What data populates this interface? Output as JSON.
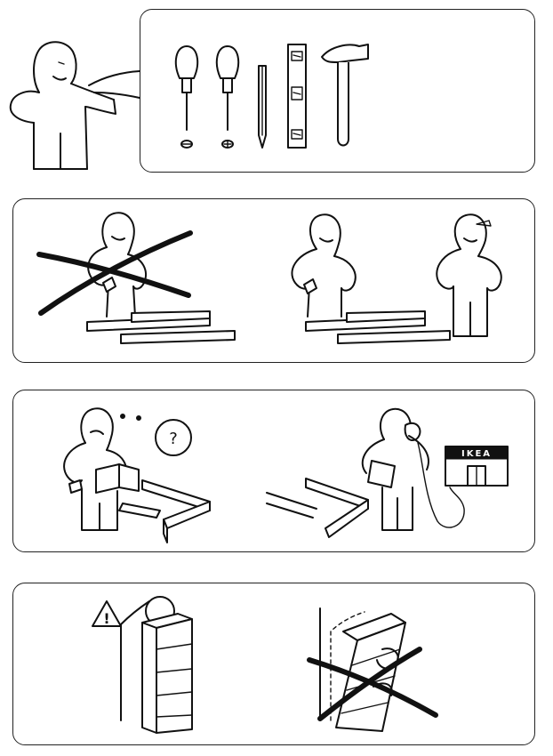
{
  "page": {
    "background": "#ffffff",
    "ink": "#111111"
  },
  "steps": [
    {
      "id": "tools",
      "icons": [
        "screwdriver-flat-icon",
        "screwdriver-phillips-icon",
        "pencil-icon",
        "spirit-level-icon",
        "hammer-icon"
      ]
    },
    {
      "id": "two-people",
      "icons": [
        "one-person-crossed-out",
        "two-people-ok"
      ]
    },
    {
      "id": "ask-ikea",
      "icons": [
        "question-mark-icon",
        "phone-icon",
        "ikea-store-icon"
      ]
    },
    {
      "id": "wall-anchor",
      "icons": [
        "warning-triangle-icon",
        "bookcase-icon",
        "tipping-bookcase-crossed-out"
      ]
    }
  ],
  "labels": {
    "question_mark": "?",
    "warning_mark": "!",
    "store_sign": "IKEA"
  }
}
